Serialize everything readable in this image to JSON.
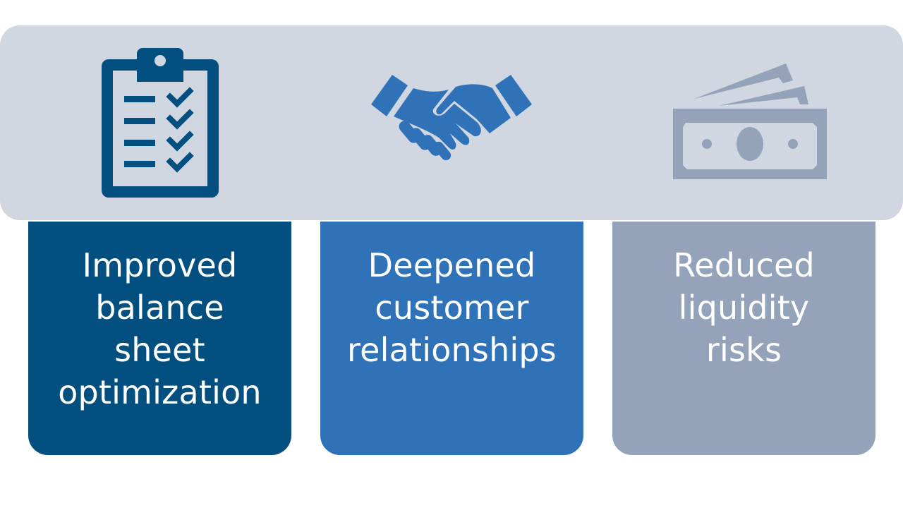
{
  "colors": {
    "banner": "#d0d7e1",
    "dark_blue": "#034f80",
    "mid_blue": "#2f72b8",
    "gray_blue": "#94a3ba",
    "text": "#ffffff"
  },
  "banner": {
    "icons": [
      {
        "name": "clipboard-checklist-icon"
      },
      {
        "name": "handshake-icon"
      },
      {
        "name": "money-bills-icon"
      }
    ]
  },
  "cards": [
    {
      "lines": [
        "Improved",
        "balance",
        "sheet",
        "optimization"
      ]
    },
    {
      "lines": [
        "Deepened",
        "customer",
        "relationships"
      ]
    },
    {
      "lines": [
        "Reduced",
        "liquidity",
        "risks"
      ]
    }
  ]
}
